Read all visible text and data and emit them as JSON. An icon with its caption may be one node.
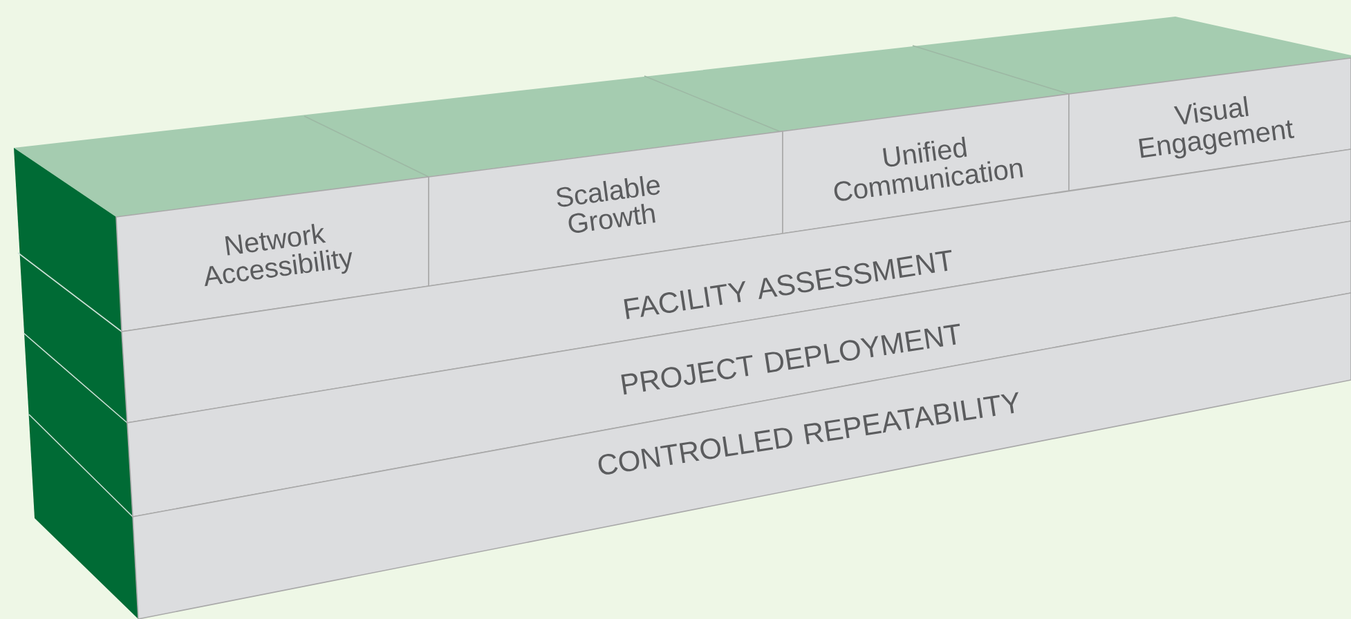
{
  "diagram": {
    "nodes": [
      {
        "text": [
          "Network Accessibility"
        ]
      },
      {
        "text": [
          "Scalable Growth"
        ]
      },
      {
        "text": [
          "Unified Communication"
        ]
      },
      {
        "text": [
          "Visual Engagement"
        ]
      },
      {
        "text": [
          "FACILITY ASSESSMENT"
        ]
      },
      {
        "text": [
          "PROJECT DEPLOYMENT"
        ]
      },
      {
        "text": [
          "CONTROLLED REPEATABILITY"
        ]
      }
    ]
  }
}
